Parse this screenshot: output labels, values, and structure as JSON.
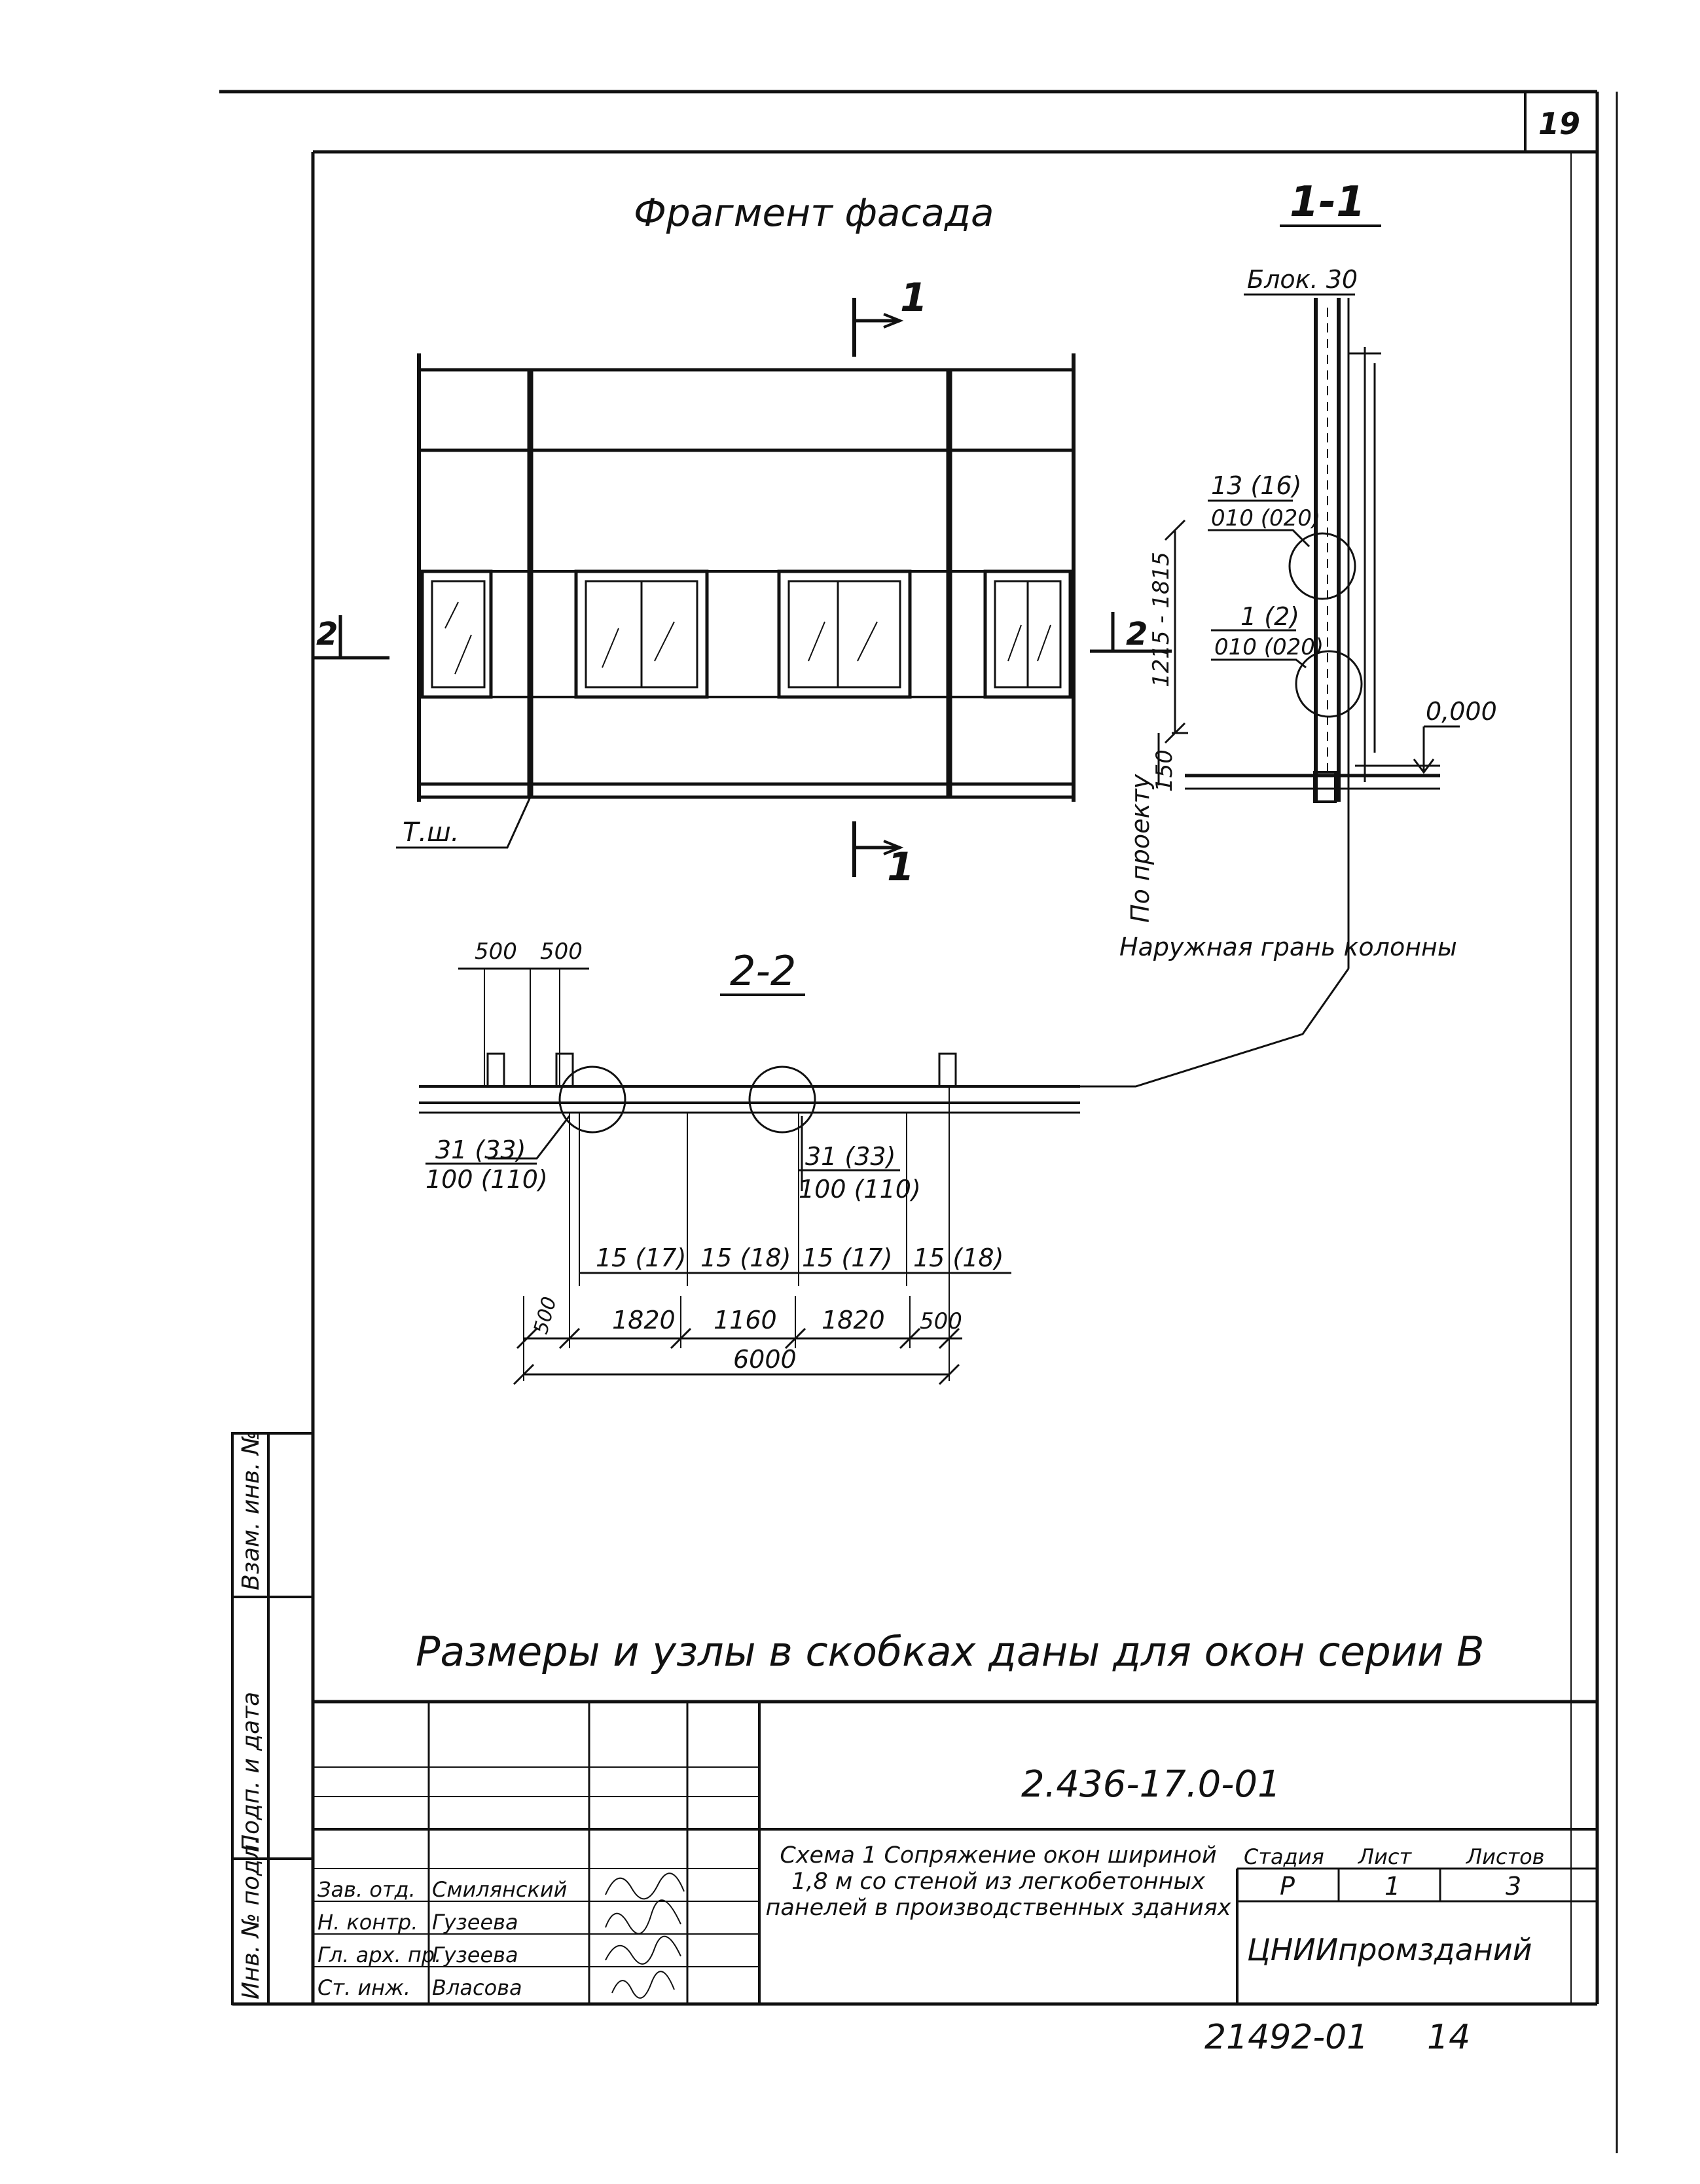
{
  "sheet_number": "19",
  "facade": {
    "title": "Фрагмент фасада",
    "section_1_mark": "1",
    "section_2_mark": "2",
    "ground_label": "Т.ш."
  },
  "section_1_1": {
    "title": "1-1",
    "top_label": "Блок. 30",
    "node_upper_top": "13 (16)",
    "node_upper_bottom": "010 (020)",
    "node_lower_top": "1 (2)",
    "node_lower_bottom": "010 (020)",
    "height_dim": "1215 - 1815",
    "sill_dim": "150",
    "side_note": "По проекту",
    "level_mark": "0,000"
  },
  "section_2_2": {
    "title": "2-2",
    "dim_left_1": "500",
    "dim_left_2": "500",
    "column_note": "Наружная грань колонны",
    "node_left_top": "31 (33)",
    "node_left_bottom": "100 (110)",
    "node_mid_top": "31 (33)",
    "node_mid_bottom": "100 (110)",
    "node_marks": [
      "15 (17)",
      "15 (18)",
      "15 (17)",
      "15 (18)"
    ],
    "bottom_dims": [
      "500",
      "1820",
      "1160",
      "1820",
      "500"
    ],
    "total_dim": "6000"
  },
  "note": "Размеры и узлы в скобках даны для окон серии В",
  "stamp": {
    "side_labels": [
      "Инв. № подл.",
      "Подп. и дата",
      "Взам. инв. №"
    ],
    "code": "2.436-17.0-01",
    "staff": [
      {
        "role": "Зав. отд.",
        "name": "Смилянский"
      },
      {
        "role": "Н. контр.",
        "name": "Гузеева"
      },
      {
        "role": "Гл. арх. пр.",
        "name": "Гузеева"
      },
      {
        "role": "Ст. инж.",
        "name": "Власова"
      }
    ],
    "title": "Схема 1 Сопряжение окон шириной 1,8 м со стеной из легкобетонных панелей в производственных зданиях",
    "stage_header": "Стадия",
    "sheet_header": "Лист",
    "sheets_header": "Листов",
    "stage_value": "Р",
    "sheet_value": "1",
    "sheets_value": "3",
    "organization": "ЦНИИпромзданий",
    "archive_number": "21492-01",
    "archive_page": "14"
  },
  "colors": {
    "ink": "#111111",
    "paper": "#ffffff"
  }
}
